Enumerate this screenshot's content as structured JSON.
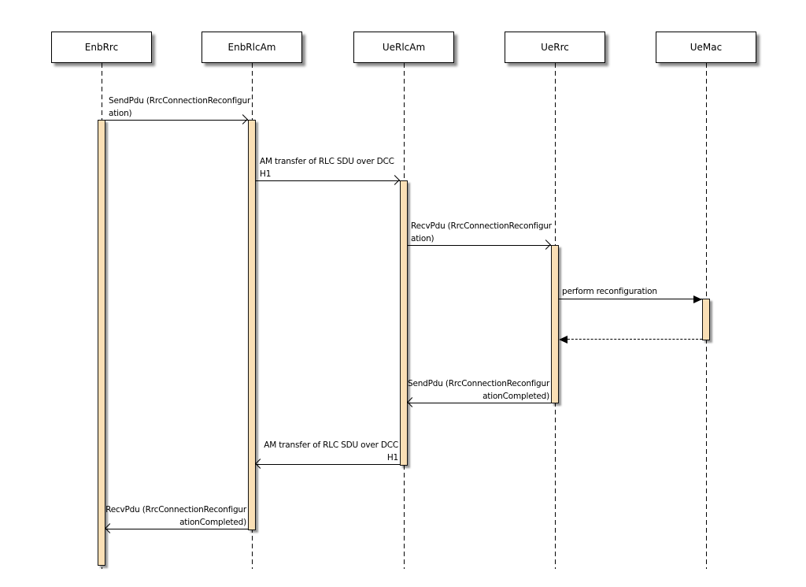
{
  "diagram": {
    "type": "sequence-diagram",
    "colors": {
      "background": "#FFFFFF",
      "actor_box_fill": "#FFFFFF",
      "activation_fill": "#FADFB5",
      "line": "#000000"
    },
    "actors": [
      {
        "name": "EnbRrc"
      },
      {
        "name": "EnbRlcAm"
      },
      {
        "name": "UeRlcAm"
      },
      {
        "name": "UeRrc"
      },
      {
        "name": "UeMac"
      }
    ],
    "messages": [
      {
        "from": "EnbRrc",
        "to": "EnbRlcAm",
        "direction": "right",
        "line_style": "solid",
        "head": "open",
        "lines": [
          "SendPdu (RrcConnectionReconfigur",
          "ation)"
        ]
      },
      {
        "from": "EnbRlcAm",
        "to": "UeRlcAm",
        "direction": "right",
        "line_style": "solid",
        "head": "open",
        "lines": [
          "AM transfer of RLC SDU over DCC",
          "H1"
        ]
      },
      {
        "from": "UeRlcAm",
        "to": "UeRrc",
        "direction": "right",
        "line_style": "solid",
        "head": "open",
        "lines": [
          "RecvPdu (RrcConnectionReconfigur",
          "ation)"
        ]
      },
      {
        "from": "UeRrc",
        "to": "UeMac",
        "direction": "right",
        "line_style": "solid",
        "head": "filled",
        "lines": [
          "perform reconfiguration"
        ]
      },
      {
        "from": "UeMac",
        "to": "UeRrc",
        "direction": "left",
        "line_style": "dashed",
        "head": "filled",
        "lines": []
      },
      {
        "from": "UeRrc",
        "to": "UeRlcAm",
        "direction": "left",
        "line_style": "solid",
        "head": "open",
        "lines": [
          "SendPdu (RrcConnectionReconfigur",
          "ationCompleted)"
        ]
      },
      {
        "from": "UeRlcAm",
        "to": "EnbRlcAm",
        "direction": "left",
        "line_style": "solid",
        "head": "open",
        "lines": [
          "AM transfer of RLC SDU over DCC",
          "H1"
        ]
      },
      {
        "from": "EnbRlcAm",
        "to": "EnbRrc",
        "direction": "left",
        "line_style": "solid",
        "head": "open",
        "lines": [
          "RecvPdu (RrcConnectionReconfigur",
          "ationCompleted)"
        ]
      }
    ]
  }
}
